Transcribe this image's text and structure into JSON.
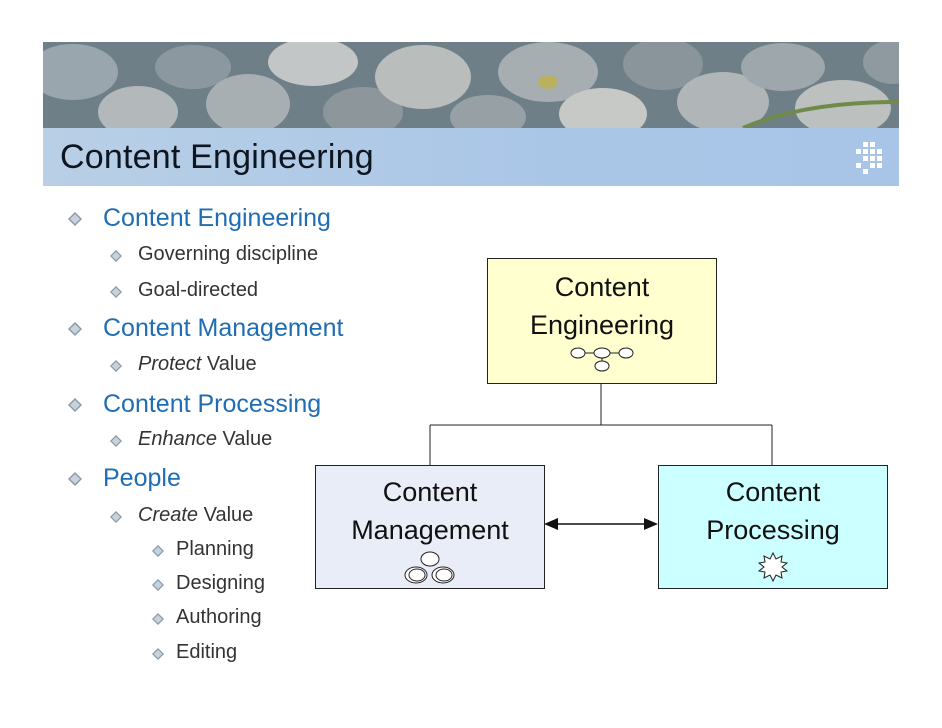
{
  "slide": {
    "title": "Content Engineering"
  },
  "bullets": {
    "b1": "Content Engineering",
    "b1_1": "Governing discipline",
    "b1_2": "Goal-directed",
    "b2": "Content Management",
    "b2_1_em": "Protect",
    "b2_1_rest": " Value",
    "b3": "Content Processing",
    "b3_1_em": "Enhance",
    "b3_1_rest": " Value",
    "b4": "People",
    "b4_1_em": "Create",
    "b4_1_rest": " Value",
    "b4_1_1": "Planning",
    "b4_1_2": "Designing",
    "b4_1_3": "Authoring",
    "b4_1_4": "Editing"
  },
  "diagram": {
    "engineering": {
      "line1": "Content",
      "line2": "Engineering",
      "icon": "connected-nodes-icon"
    },
    "management": {
      "line1": "Content",
      "line2": "Management",
      "icon": "stacked-circles-icon"
    },
    "processing": {
      "line1": "Content",
      "line2": "Processing",
      "icon": "gear-burst-icon"
    }
  },
  "colors": {
    "title_bar": "#aac6e7",
    "level1_text": "#1f6db4",
    "engineering_box": "#ffffd0",
    "management_box": "#e9edf7",
    "processing_box": "#ccffff"
  }
}
